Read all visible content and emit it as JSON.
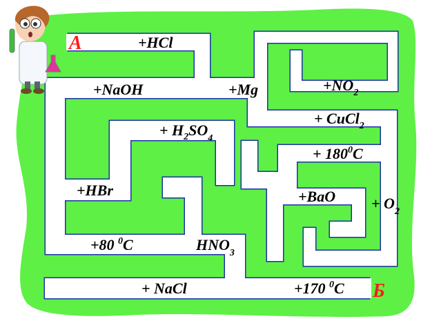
{
  "colors": {
    "background": "#5ef045",
    "path": "#ffffff",
    "outline": "#1c2fb0",
    "marker": "#ff1a1a"
  },
  "maze": {
    "start": "A",
    "finish": "Б",
    "labels": {
      "hcl": [
        "+HCl"
      ],
      "naoh": [
        "+NaOH"
      ],
      "mg": [
        "+Mg"
      ],
      "no2": [
        "+NO",
        "2"
      ],
      "cucl2": [
        "+ CuCl",
        "2"
      ],
      "h2so4": [
        "+ H",
        "2",
        "SO",
        "4"
      ],
      "t180": [
        "+ 180",
        "0",
        "C"
      ],
      "hbr": [
        "+HBr"
      ],
      "bao": [
        "+BaO"
      ],
      "o2": [
        "+ O",
        "2"
      ],
      "t80": [
        "+80 ",
        "0",
        "C"
      ],
      "hno3": [
        "HNO",
        "3"
      ],
      "nacl": [
        "+ NaCl"
      ],
      "t170": [
        "+170 ",
        "0",
        "C"
      ]
    }
  }
}
